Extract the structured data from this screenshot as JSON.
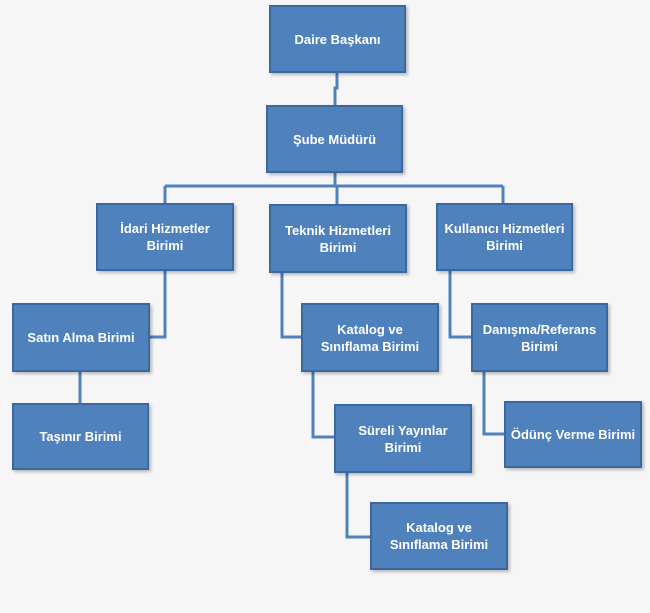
{
  "diagram": {
    "nodes": {
      "daire_baskani": "Daire Başkanı",
      "sube_muduru": "Şube Müdürü",
      "idari_hizmetler": "İdari Hizmetler Birimi",
      "teknik_hizmetler": "Teknik Hizmetleri Birimi",
      "kullanici_hizmetleri": "Kullanıcı Hizmetleri Birimi",
      "satin_alma": "Satın Alma Birimi",
      "tasinir": "Taşınır Birimi",
      "katalog_siniflama_1": "Katalog ve Sınıflama Birimi",
      "sureli_yayinlar": "Süreli Yayınlar Birimi",
      "katalog_siniflama_2": "Katalog ve Sınıflama Birimi",
      "danisma_referans": "Danışma/Referans Birimi",
      "oduнc_verme": "Ödünç Verme Birimi"
    }
  }
}
